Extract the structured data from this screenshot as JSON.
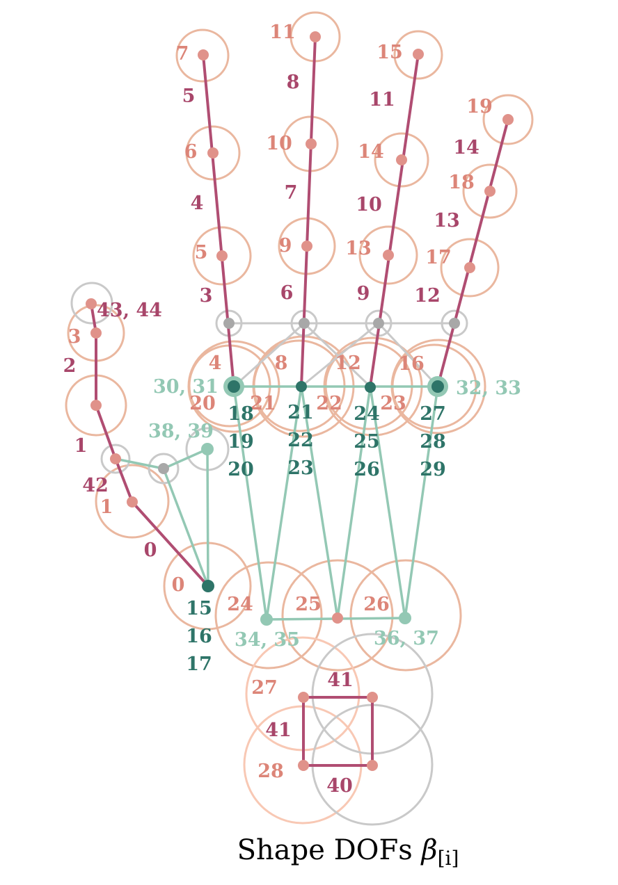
{
  "caption": {
    "text": "Shape DOFs ",
    "symbol": "β",
    "subscript": "[i]"
  },
  "colors": {
    "bone": "#b04d72",
    "sphere": "#eab79f",
    "sphere_light": "#f8c8b4",
    "gray": "#c9c9c9",
    "gray_joint": "#a8a8a8",
    "joint": "#e0928a",
    "label_sphere": "#dc8578",
    "label_bone": "#a8466a",
    "teal_dark": "#2e7468",
    "teal_light": "#93c8b4"
  },
  "sphere_labels": [
    "0",
    "1",
    "3",
    "4",
    "5",
    "6",
    "7",
    "8",
    "9",
    "10",
    "11",
    "12",
    "13",
    "14",
    "15",
    "16",
    "17",
    "18",
    "19",
    "20",
    "21",
    "22",
    "23",
    "24",
    "25",
    "26",
    "27",
    "28"
  ],
  "bone_labels": [
    "0",
    "1",
    "2",
    "3",
    "4",
    "5",
    "6",
    "7",
    "8",
    "9",
    "10",
    "11",
    "12",
    "13",
    "14",
    "40",
    "41",
    "41",
    "42",
    "43, 44"
  ],
  "teal_dark_labels": [
    "15",
    "16",
    "17",
    "18",
    "19",
    "20",
    "21",
    "22",
    "23",
    "24",
    "25",
    "26",
    "27",
    "28",
    "29"
  ],
  "teal_light_labels": [
    "30, 31",
    "32, 33",
    "34, 35",
    "36, 37",
    "38, 39"
  ]
}
